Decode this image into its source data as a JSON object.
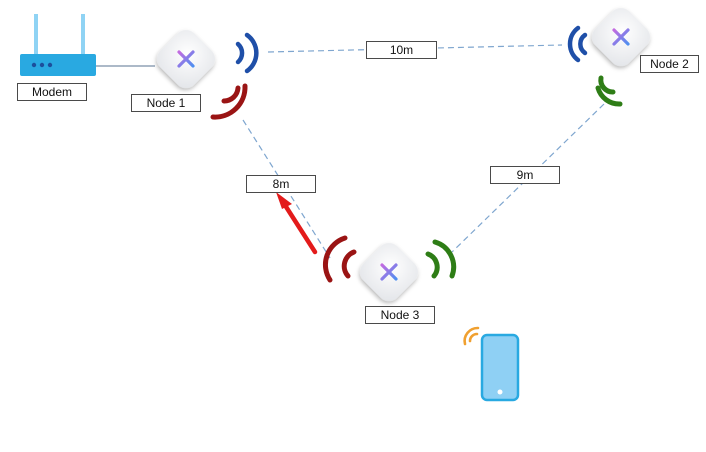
{
  "labels": {
    "modem": "Modem",
    "node1": "Node 1",
    "node2": "Node 2",
    "node3": "Node 3",
    "dist_1_2": "10m",
    "dist_1_3": "8m",
    "dist_2_3": "9m"
  },
  "colors": {
    "link": "#7fa6cf",
    "blue_signal": "#1f4fa8",
    "red_signal": "#9a1414",
    "green_signal": "#2e7d16",
    "orange_signal": "#f0a030",
    "modem": "#29a9e1",
    "antenna": "#8fd3f4",
    "arrow": "#e31b1b",
    "phone_fill": "#8fd0f4",
    "phone_stroke": "#29a9e1"
  }
}
